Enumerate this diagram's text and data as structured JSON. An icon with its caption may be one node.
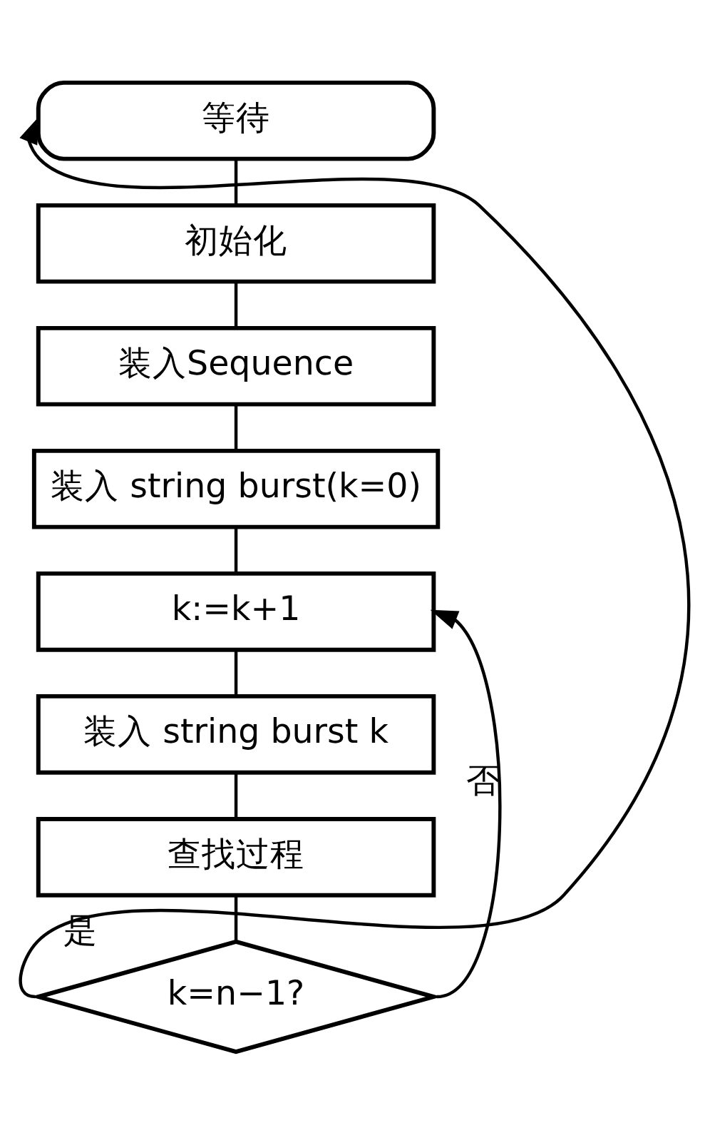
{
  "diagram": {
    "nodes": [
      {
        "text": [
          "等待"
        ]
      },
      {
        "text": [
          "初始化"
        ]
      },
      {
        "text": [
          "装入Sequence"
        ]
      },
      {
        "text": [
          "装入 string burst(k=0)"
        ]
      },
      {
        "text": [
          "k:=k+1"
        ]
      },
      {
        "text": [
          "装入 string burst k"
        ]
      },
      {
        "text": [
          "查找过程"
        ]
      },
      {
        "text": [
          "k=n−1?"
        ]
      }
    ],
    "edges": [
      {
        "from": 0,
        "to": 1,
        "arrow": "none"
      },
      {
        "from": 1,
        "to": 2,
        "arrow": "none"
      },
      {
        "from": 2,
        "to": 3,
        "arrow": "none"
      },
      {
        "from": 3,
        "to": 4,
        "arrow": "none"
      },
      {
        "from": 4,
        "to": 5,
        "arrow": "none"
      },
      {
        "from": 5,
        "to": 6,
        "arrow": "none"
      },
      {
        "from": 6,
        "to": 7,
        "arrow": "none"
      },
      {
        "from": 7,
        "to": 4,
        "arrow": "to",
        "label": "否"
      },
      {
        "from": 7,
        "to": 0,
        "arrow": "to",
        "label": "是"
      }
    ]
  }
}
